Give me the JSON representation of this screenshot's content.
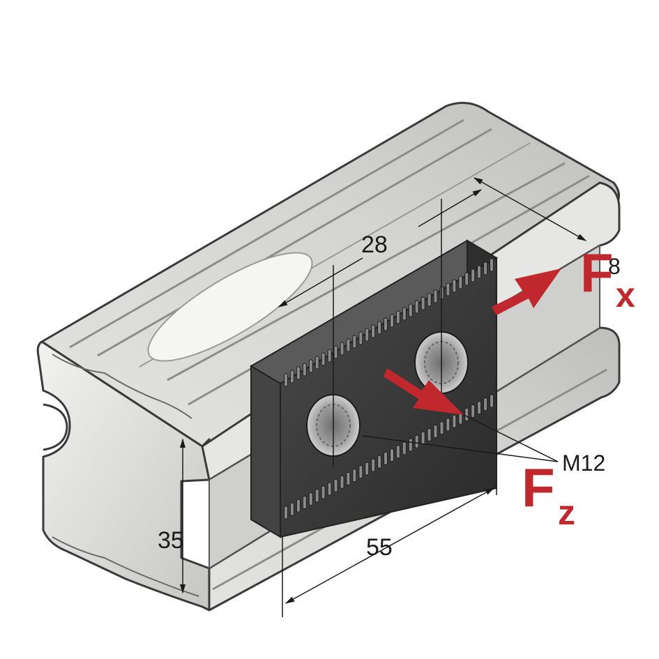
{
  "dimensions": {
    "width_label": "28",
    "slot_label": "8",
    "height_label": "35",
    "length_label": "55",
    "thread_label": "M12"
  },
  "forces": {
    "fx": {
      "letter": "F",
      "subscript": "x"
    },
    "fz": {
      "letter": "F",
      "subscript": "z"
    }
  },
  "colors": {
    "rail": "#d9d9d7",
    "rail_light": "#f4f4f2",
    "rail_dark": "#9c9c9a",
    "outline": "#3a3a3a",
    "plate": "#3c3c3c",
    "plate_dark": "#262626",
    "force_arrow": "#c0282d"
  }
}
